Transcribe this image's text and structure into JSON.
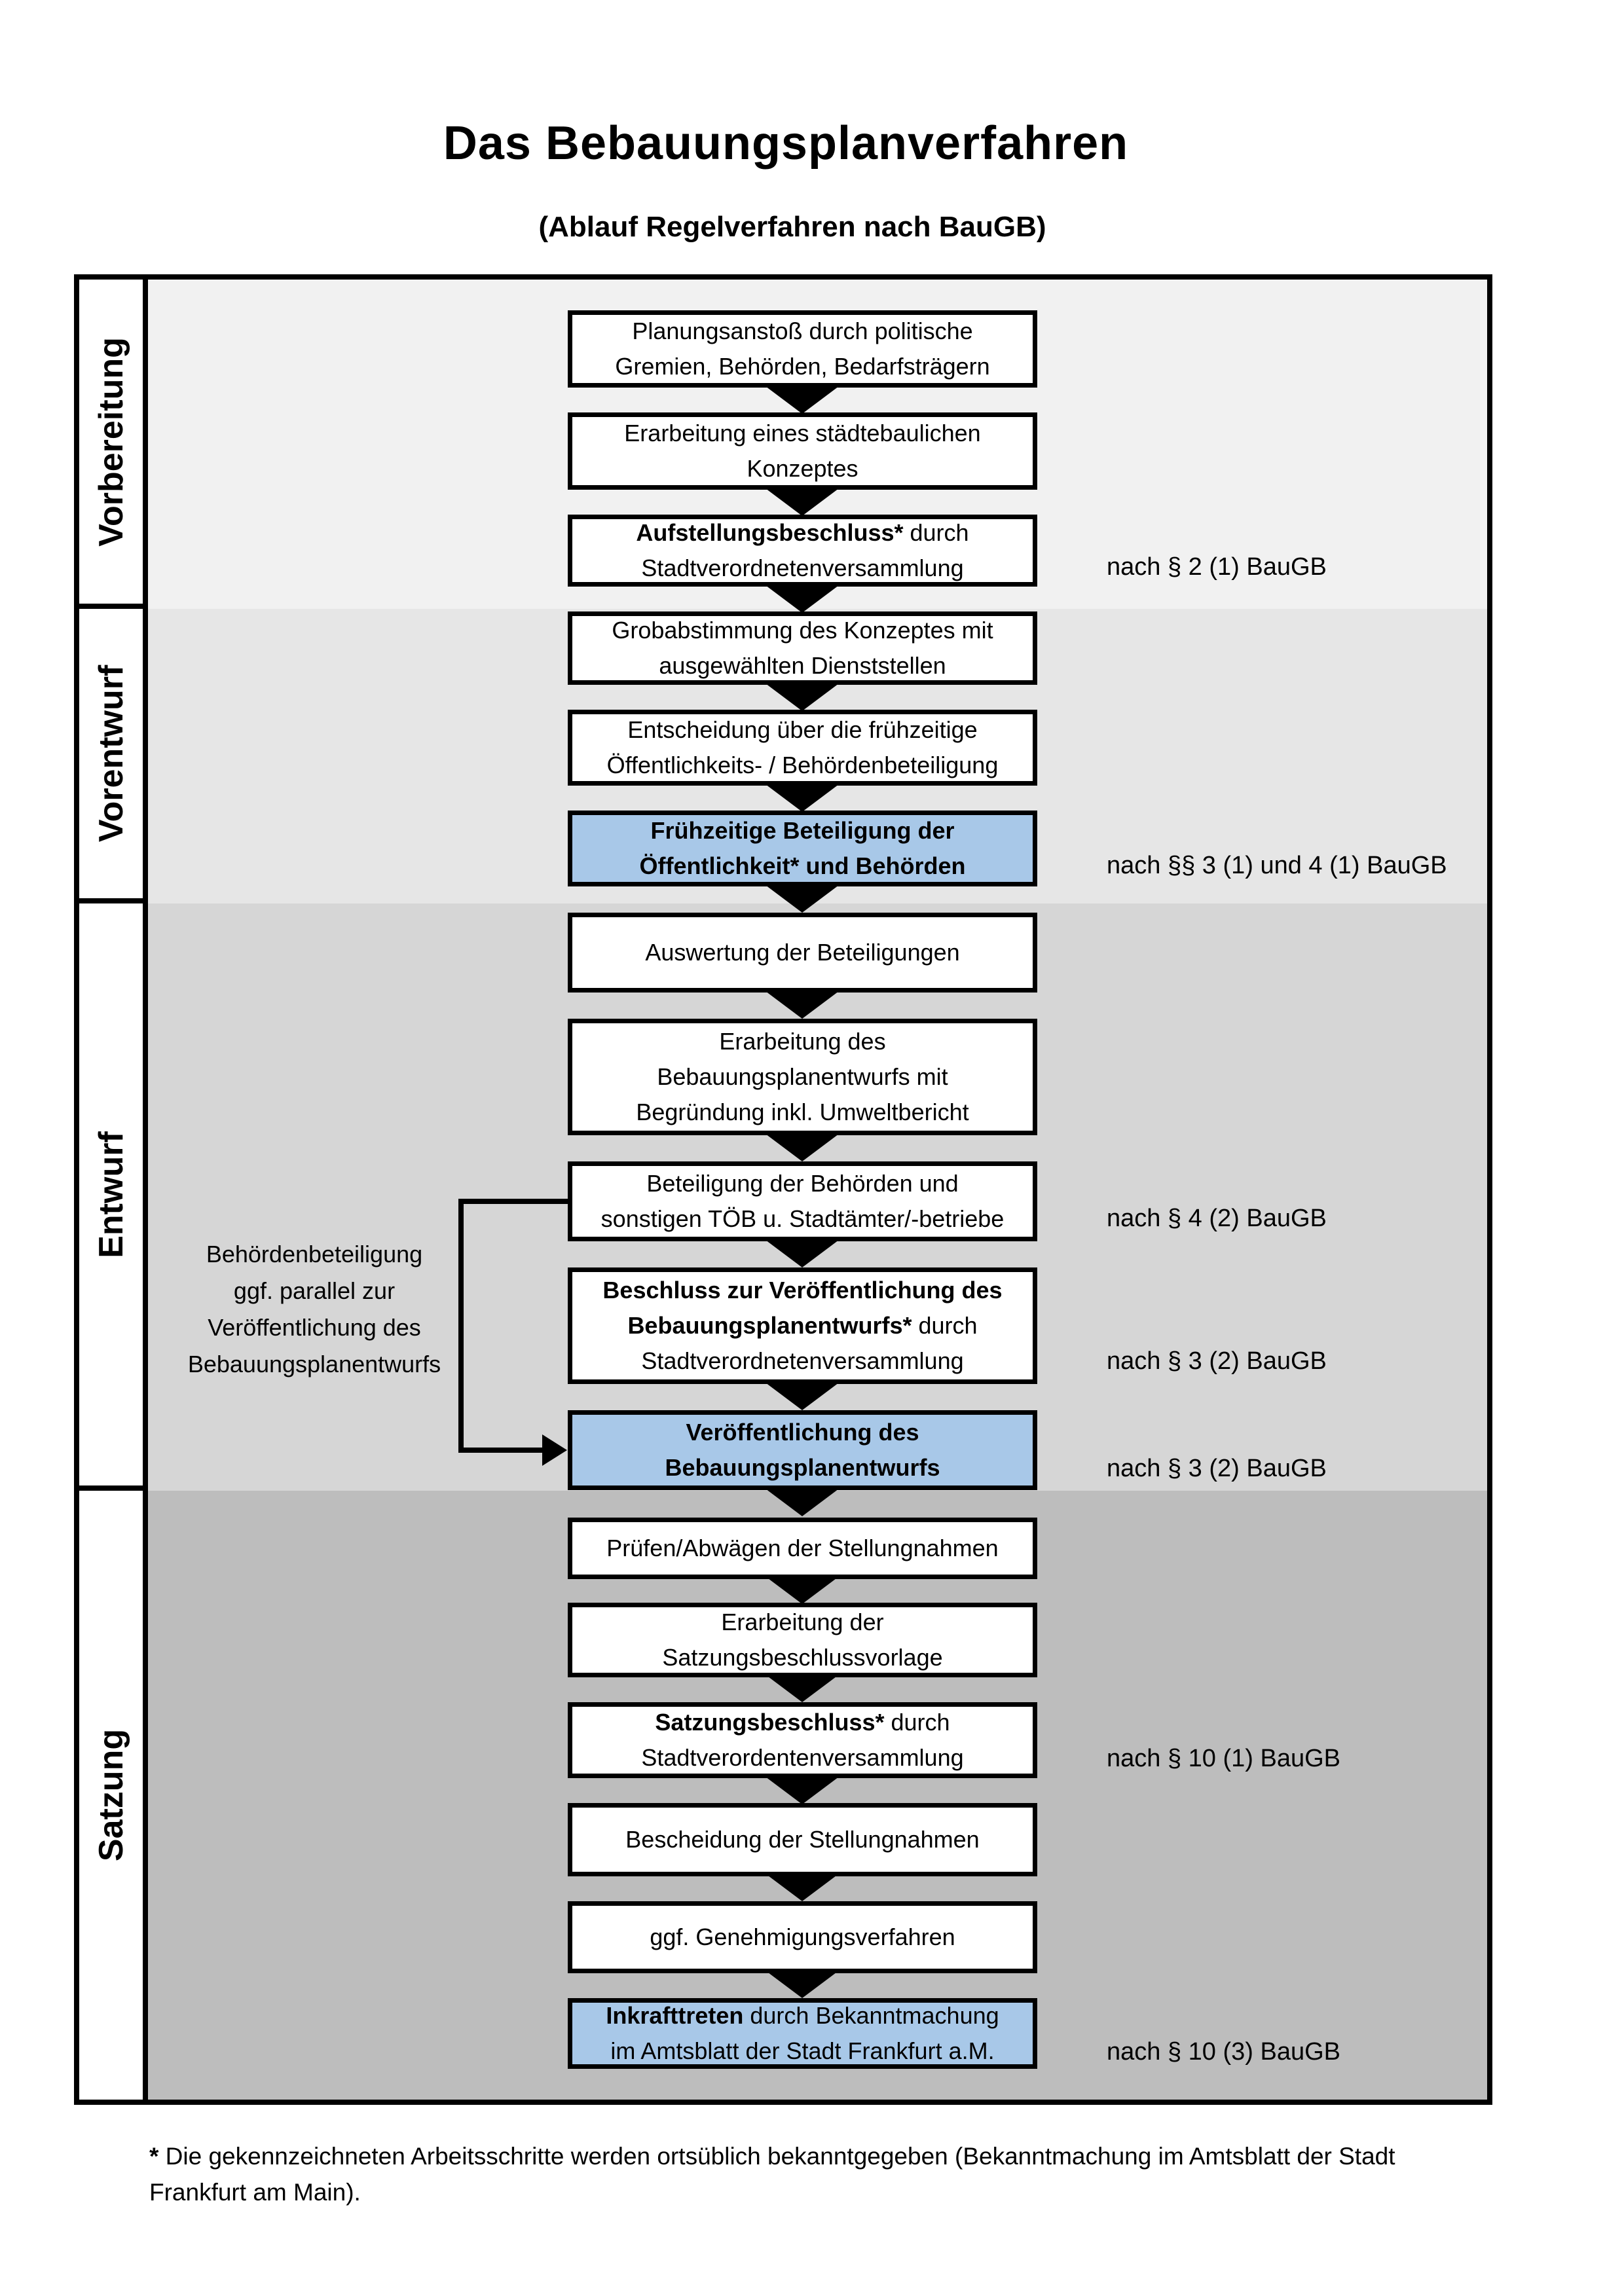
{
  "title": "Das Bebauungsplanverfahren",
  "subtitle": "(Ablauf Regelverfahren nach BauGB)",
  "colors": {
    "highlight_blue": "#a8c8e8",
    "section_vorbereitung": "#f1f1f1",
    "section_vorentwurf": "#e6e6e6",
    "section_entwurf": "#d6d6d6",
    "section_satzung": "#bdbdbd",
    "box_border": "#000000"
  },
  "sidebar": {
    "sections": [
      {
        "label": "Vorbereitung"
      },
      {
        "label": "Vorentwurf"
      },
      {
        "label": "Entwurf"
      },
      {
        "label": "Satzung"
      }
    ]
  },
  "flow": {
    "boxes": [
      {
        "id": "planungsanstoss",
        "highlight": false,
        "lines": [
          [
            {
              "t": "Planungsanstoß durch politische",
              "b": false
            }
          ],
          [
            {
              "t": "Gremien, Behörden, Bedarfsträgern",
              "b": false
            }
          ]
        ]
      },
      {
        "id": "staedtebauliches-konzept",
        "highlight": false,
        "lines": [
          [
            {
              "t": "Erarbeitung eines städtebaulichen",
              "b": false
            }
          ],
          [
            {
              "t": "Konzeptes",
              "b": false
            }
          ]
        ]
      },
      {
        "id": "aufstellungsbeschluss",
        "highlight": false,
        "lines": [
          [
            {
              "t": "Aufstellungsbeschluss*",
              "b": true
            },
            {
              "t": " durch",
              "b": false
            }
          ],
          [
            {
              "t": "Stadtverordnetenversammlung",
              "b": false
            }
          ]
        ]
      },
      {
        "id": "grobabstimmung",
        "highlight": false,
        "lines": [
          [
            {
              "t": "Grobabstimmung des Konzeptes mit",
              "b": false
            }
          ],
          [
            {
              "t": "ausgewählten Dienststellen",
              "b": false
            }
          ]
        ]
      },
      {
        "id": "entscheidung-beteiligung",
        "highlight": false,
        "lines": [
          [
            {
              "t": "Entscheidung über die frühzeitige",
              "b": false
            }
          ],
          [
            {
              "t": "Öffentlichkeits- / Behördenbeteiligung",
              "b": false
            }
          ]
        ]
      },
      {
        "id": "fruehzeitige-beteiligung",
        "highlight": true,
        "lines": [
          [
            {
              "t": "Frühzeitige Beteiligung der",
              "b": true
            }
          ],
          [
            {
              "t": "Öffentlichkeit* und Behörden",
              "b": true
            }
          ]
        ]
      },
      {
        "id": "auswertung",
        "highlight": false,
        "lines": [
          [
            {
              "t": "Auswertung der Beteiligungen",
              "b": false
            }
          ]
        ]
      },
      {
        "id": "erarbeitung-entwurf",
        "highlight": false,
        "lines": [
          [
            {
              "t": "Erarbeitung des",
              "b": false
            }
          ],
          [
            {
              "t": "Bebauungsplanentwurfs mit",
              "b": false
            }
          ],
          [
            {
              "t": "Begründung inkl. Umweltbericht",
              "b": false
            }
          ]
        ]
      },
      {
        "id": "beteiligung-behoerden",
        "highlight": false,
        "lines": [
          [
            {
              "t": "Beteiligung der Behörden und",
              "b": false
            }
          ],
          [
            {
              "t": "sonstigen TÖB u. Stadtämter/-betriebe",
              "b": false
            }
          ]
        ]
      },
      {
        "id": "beschluss-veroeffentlichung",
        "highlight": false,
        "lines": [
          [
            {
              "t": "Beschluss zur Veröffentlichung des",
              "b": true
            }
          ],
          [
            {
              "t": "Bebauungsplanentwurfs*",
              "b": true
            },
            {
              "t": " durch",
              "b": false
            }
          ],
          [
            {
              "t": "Stadtverordnetenversammlung",
              "b": false
            }
          ]
        ]
      },
      {
        "id": "veroeffentlichung",
        "highlight": true,
        "lines": [
          [
            {
              "t": "Veröffentlichung des",
              "b": true
            }
          ],
          [
            {
              "t": "Bebauungsplanentwurfs",
              "b": true
            }
          ]
        ]
      },
      {
        "id": "pruefen-abwaegen",
        "highlight": false,
        "lines": [
          [
            {
              "t": "Prüfen/Abwägen der Stellungnahmen",
              "b": false
            }
          ]
        ]
      },
      {
        "id": "satzungsbeschlussvorlage",
        "highlight": false,
        "lines": [
          [
            {
              "t": "Erarbeitung der",
              "b": false
            }
          ],
          [
            {
              "t": "Satzungsbeschlussvorlage",
              "b": false
            }
          ]
        ]
      },
      {
        "id": "satzungsbeschluss",
        "highlight": false,
        "lines": [
          [
            {
              "t": "Satzungsbeschluss*",
              "b": true
            },
            {
              "t": " durch",
              "b": false
            }
          ],
          [
            {
              "t": "Stadtverordentenversammlung",
              "b": false
            }
          ]
        ]
      },
      {
        "id": "bescheidung",
        "highlight": false,
        "lines": [
          [
            {
              "t": "Bescheidung der Stellungnahmen",
              "b": false
            }
          ]
        ]
      },
      {
        "id": "genehmigungsverfahren",
        "highlight": false,
        "lines": [
          [
            {
              "t": "ggf. Genehmigungsverfahren",
              "b": false
            }
          ]
        ]
      },
      {
        "id": "inkrafttreten",
        "highlight": true,
        "lines": [
          [
            {
              "t": "Inkrafttreten",
              "b": true
            },
            {
              "t": " durch Bekanntmachung",
              "b": false
            }
          ],
          [
            {
              "t": "im Amtsblatt der Stadt Frankfurt a.M.",
              "b": false
            }
          ]
        ]
      }
    ]
  },
  "notes_right": [
    {
      "text": "nach § 2 (1) BauGB"
    },
    {
      "text": "nach §§ 3 (1) und 4 (1) BauGB"
    },
    {
      "text": "nach § 4 (2) BauGB"
    },
    {
      "text": "nach § 3 (2) BauGB"
    },
    {
      "text": "nach § 3 (2) BauGB"
    },
    {
      "text": "nach § 10 (1) BauGB"
    },
    {
      "text": "nach § 10 (3) BauGB"
    }
  ],
  "note_left": {
    "lines": [
      "Behördenbeteiligung",
      "ggf. parallel zur",
      "Veröffentlichung des",
      "Bebauungsplanentwurfs"
    ]
  },
  "footnote": {
    "marker": "*",
    "line1": " Die gekennzeichneten Arbeitsschritte werden ortsüblich bekanntgegeben (Bekanntmachung im Amtsblatt  der Stadt",
    "line2": "Frankfurt am Main)."
  }
}
